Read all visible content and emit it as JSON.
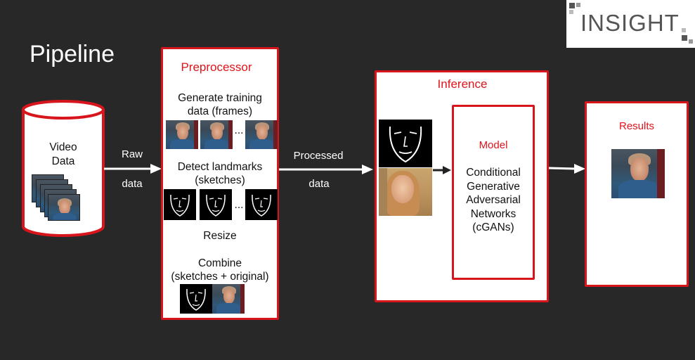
{
  "logo": {
    "text": "INSIGHT"
  },
  "title": "Pipeline",
  "video": {
    "line1": "Video",
    "line2": "Data"
  },
  "arrow1": {
    "top": "Raw",
    "bottom": "data"
  },
  "preprocessor": {
    "title": "Preprocessor",
    "step1_line1": "Generate training",
    "step1_line2": "data (frames)",
    "ellipsis": "...",
    "step2_line1": "Detect landmarks",
    "step2_line2": "(sketches)",
    "step3": "Resize",
    "step4_line1": "Combine",
    "step4_line2": "(sketches + original)"
  },
  "arrow2": {
    "top": "Processed",
    "bottom": "data"
  },
  "inference": {
    "title": "Inference",
    "model_title": "Model",
    "model_line1": "Conditional",
    "model_line2": "Generative",
    "model_line3": "Adversarial",
    "model_line4": "Networks",
    "model_line5": "(cGANs)"
  },
  "results": {
    "title": "Results"
  },
  "colors": {
    "background": "#282828",
    "accent_red": "#d8151c",
    "text_red": "#e0141b"
  }
}
